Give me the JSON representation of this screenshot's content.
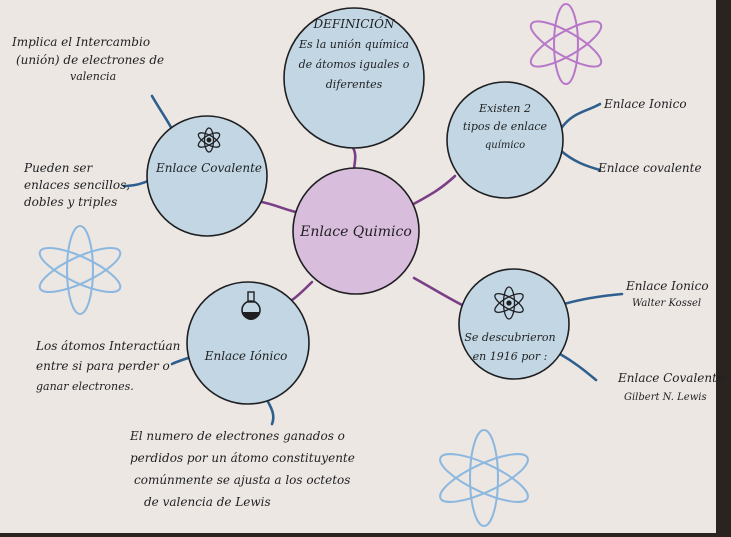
{
  "colors": {
    "paper": "#ece7e3",
    "circle_blue": "#c2d7e3",
    "circle_purple": "#d8bedc",
    "connector_blue": "#2f5f8e",
    "connector_purple": "#7a3f86",
    "atom_purple": "#b778c8",
    "atom_blue": "#8cb8df",
    "ink": "#1f1f22"
  },
  "center": {
    "label": "Enlace Quimico"
  },
  "definition": {
    "heading": "DEFINICIÓN",
    "lines": [
      "Es la unión química",
      "de átomos iguales o",
      "diferentes"
    ]
  },
  "types_node": {
    "lines": [
      "Existen 2",
      "tipos de enlace",
      "químico"
    ],
    "branches": [
      "Enlace Ionico",
      "Enlace covalente"
    ]
  },
  "covalent_node": {
    "label": "Enlace Covalente"
  },
  "ionic_node": {
    "label": "Enlace Iónico"
  },
  "discovered_node": {
    "lines": [
      "Se descubrieron",
      "en 1916 por :"
    ]
  },
  "notes": {
    "covalent_top": [
      "Implica el Intercambio",
      "(unión) de electrones de",
      "valencia"
    ],
    "covalent_left": [
      "Pueden ser",
      "enlaces sencillos,",
      "dobles y triples"
    ],
    "ionic_left": [
      "Los átomos Interactúan",
      "entre si para perder o",
      "ganar electrones."
    ],
    "ionic_bottom": [
      "El numero de electrones ganados o",
      "perdidos por un átomo constituyente",
      "comúnmente se ajusta a los octetos",
      "de valencia de Lewis"
    ],
    "discovered_1": [
      "Enlace Ionico",
      "Walter Kossel"
    ],
    "discovered_2": [
      "Enlace Covalente",
      "Gilbert N. Lewis"
    ]
  },
  "icons": [
    "atom-icon",
    "flask-icon",
    "atom-icon"
  ]
}
